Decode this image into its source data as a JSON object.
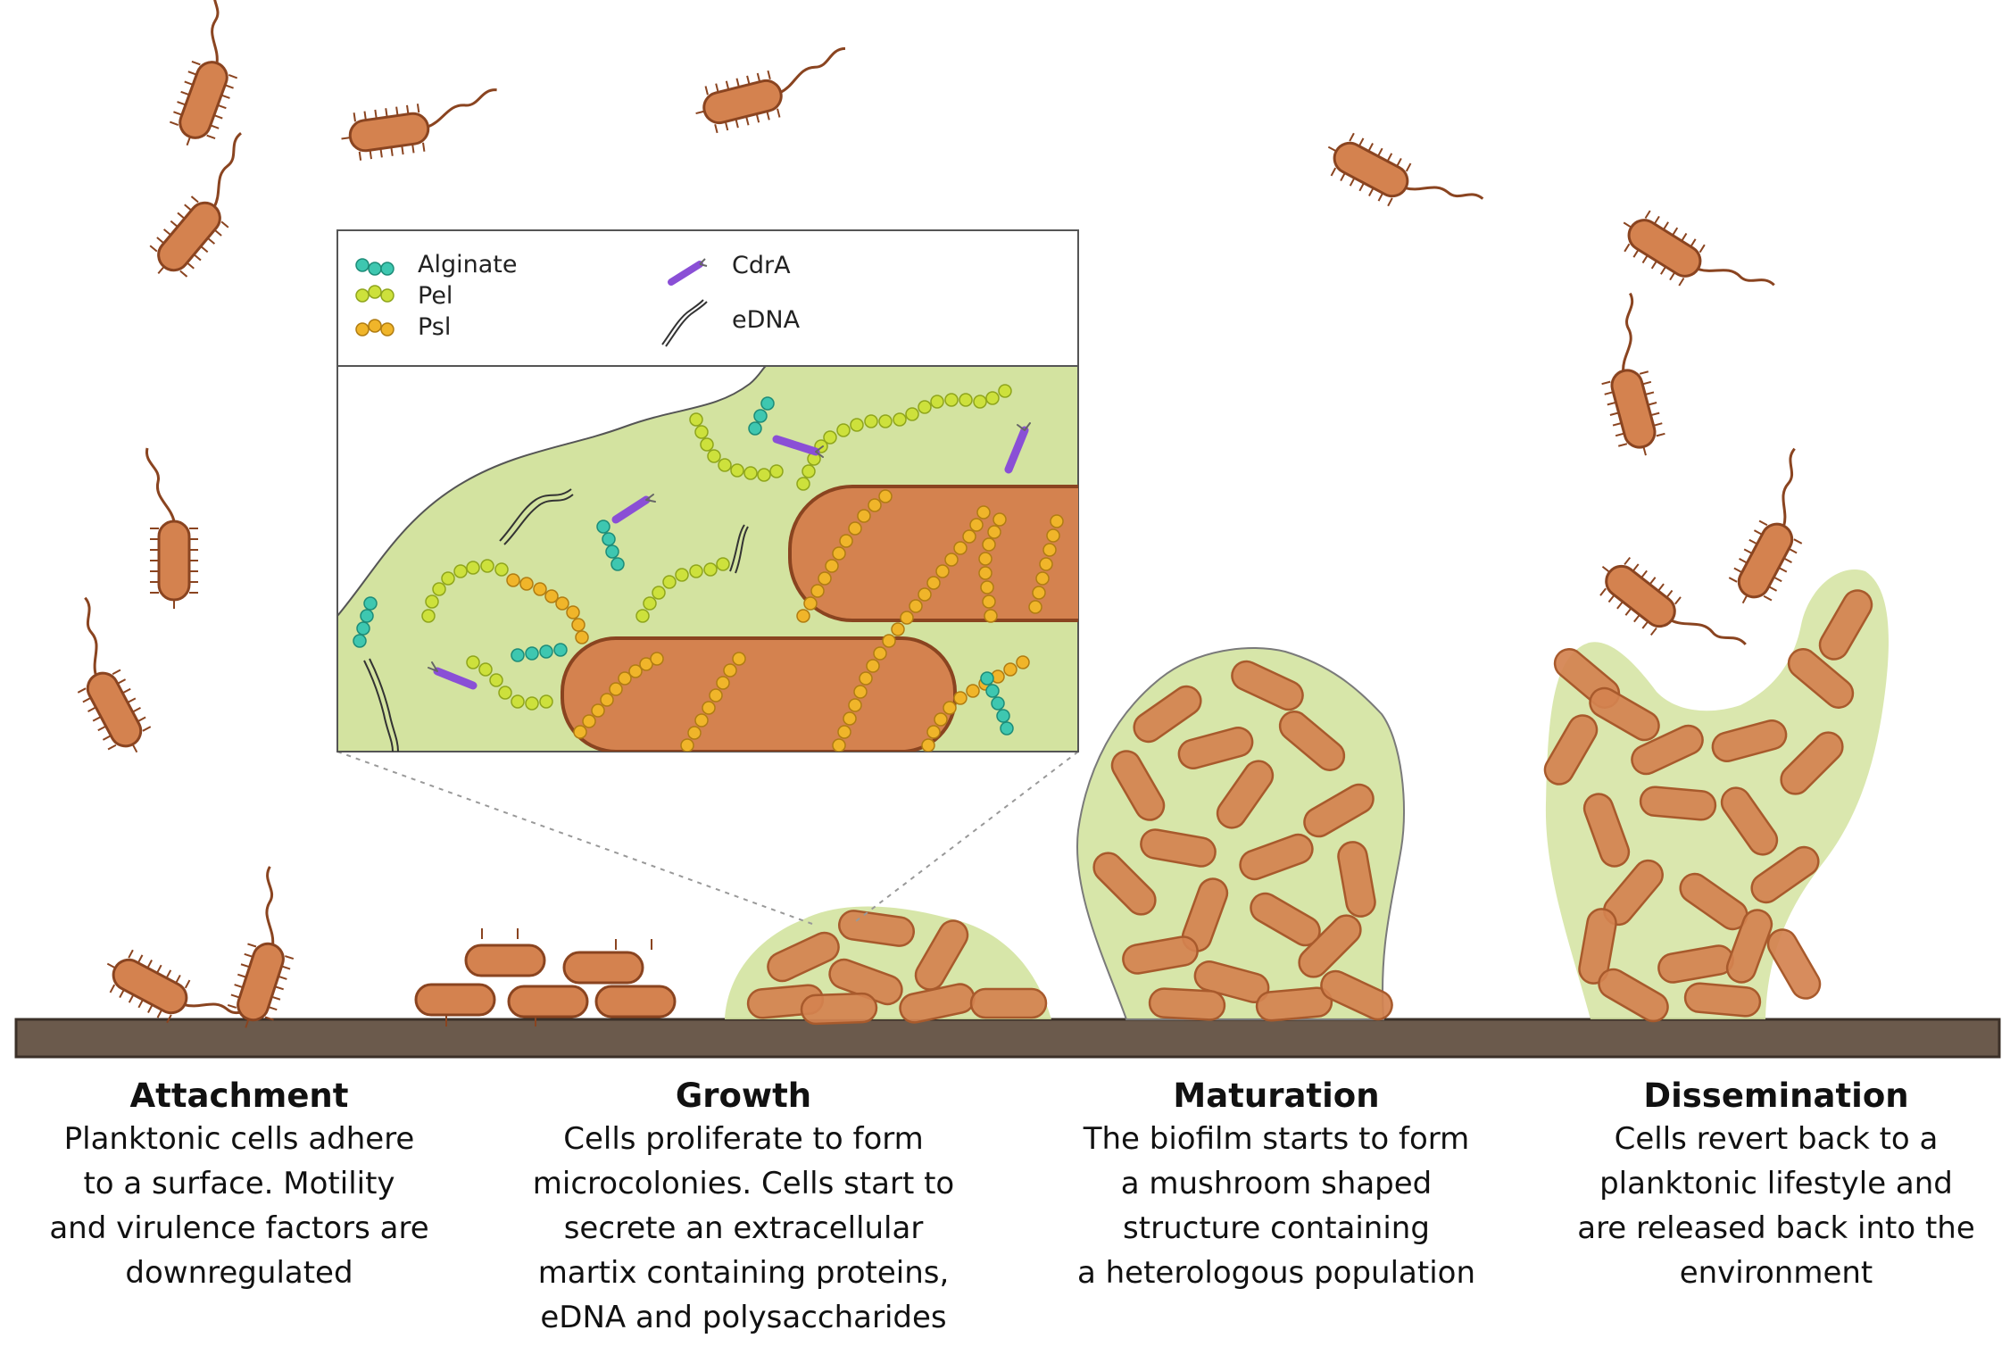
{
  "legend": {
    "items": [
      {
        "label": "Alginate",
        "color": "#3ec7b0",
        "icon": "alginate-chain-icon"
      },
      {
        "label": "Pel",
        "color": "#cde13c",
        "icon": "pel-chain-icon"
      },
      {
        "label": "Psl",
        "color": "#f0b52a",
        "icon": "psl-chain-icon"
      },
      {
        "label": "CdrA",
        "color": "#8a4fd6",
        "icon": "cdra-protein-icon"
      },
      {
        "label": "eDNA",
        "color": "#333333",
        "icon": "edna-strand-icon"
      }
    ]
  },
  "colors": {
    "cell": "#d4824f",
    "cell_border": "#8a4420",
    "matrix": "#d3e3a0",
    "matrix_border": "#7a7a7a",
    "surface": "#6b5a4c"
  },
  "stages": [
    {
      "title": "Attachment",
      "text": "Planktonic cells adhere\nto a surface. Motility\nand virulence factors are\ndownregulated"
    },
    {
      "title": "Growth",
      "text": "Cells proliferate to form\nmicrocolonies. Cells start to\nsecrete an extracellular\nmartix containing proteins,\neDNA and polysaccharides"
    },
    {
      "title": "Maturation",
      "text": "The biofilm starts to form\na mushroom shaped\nstructure containing\na heterologous population"
    },
    {
      "title": "Dissemination",
      "text": "Cells revert back to a\nplanktonic lifestyle and\nare released back into the\nenvironment"
    }
  ]
}
